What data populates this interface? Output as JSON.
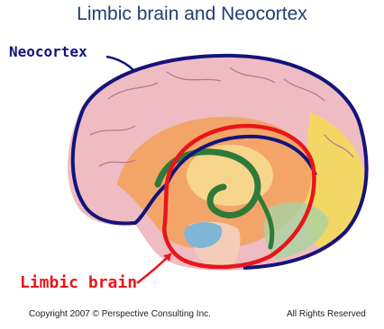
{
  "title": "Limbic brain and Neocortex",
  "labels": {
    "neocortex": "Neocortex",
    "limbic": "Limbic brain"
  },
  "footer": {
    "copyright": "Copyright 2007 © Perspective Consulting Inc.",
    "rights": "All Rights Reserved"
  },
  "colors": {
    "neocortex_outline": "#13147a",
    "limbic_outline": "#e8151b",
    "cortex_fill": "#efbcc3",
    "title_color": "#1f3f73"
  }
}
